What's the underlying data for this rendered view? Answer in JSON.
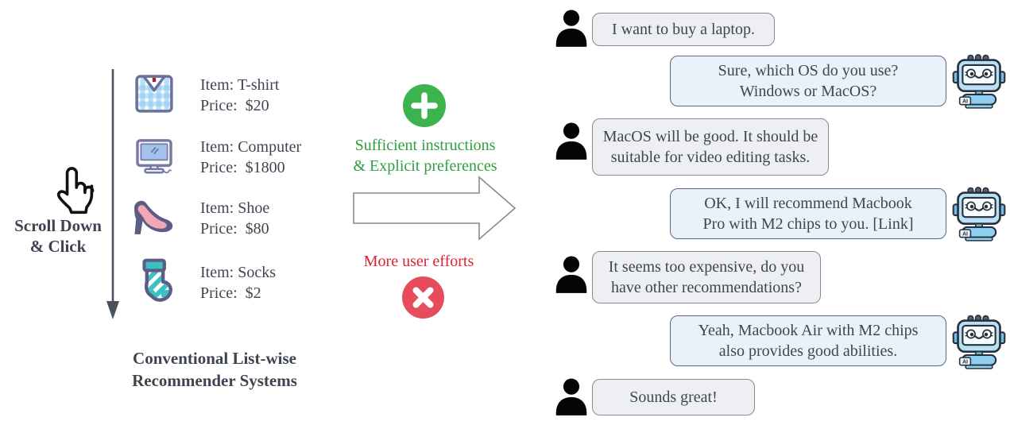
{
  "left_panel": {
    "scroll_line1": "Scroll Down",
    "scroll_line2": "& Click",
    "caption_line1": "Conventional List-wise",
    "caption_line2": "Recommender Systems",
    "items": [
      {
        "icon": "tshirt-icon",
        "item_label": "Item: T-shirt",
        "price_label": "Price:  $20"
      },
      {
        "icon": "computer-icon",
        "item_label": "Item: Computer",
        "price_label": "Price:  $1800"
      },
      {
        "icon": "shoe-icon",
        "item_label": "Item: Shoe",
        "price_label": "Price:  $80"
      },
      {
        "icon": "socks-icon",
        "item_label": "Item: Socks",
        "price_label": "Price:  $2"
      }
    ]
  },
  "middle_panel": {
    "pros_line1": "Sufficient instructions",
    "pros_line2": "& Explicit preferences",
    "cons_label": "More user efforts",
    "colors": {
      "pros_text": "#2f9e41",
      "plus_circle": "#3cb44e",
      "cons_text": "#dc2430",
      "cross_circle": "#e64c5c"
    }
  },
  "chat_panel": {
    "robot_badge": "AI",
    "messages": [
      {
        "sender": "user",
        "text": "I want to buy a laptop."
      },
      {
        "sender": "bot",
        "text": "Sure, which OS do you use?\nWindows or MacOS?"
      },
      {
        "sender": "user",
        "text": "MacOS will be good. It should be\nsuitable for video editing tasks."
      },
      {
        "sender": "bot",
        "text": "OK, I will recommend Macbook\nPro with M2 chips to you. [Link]"
      },
      {
        "sender": "user",
        "text": "It seems too expensive, do you\nhave other recommendations?"
      },
      {
        "sender": "bot",
        "text": "Yeah, Macbook Air with M2 chips\nalso provides good abilities."
      },
      {
        "sender": "user",
        "text": "Sounds great!"
      }
    ]
  }
}
